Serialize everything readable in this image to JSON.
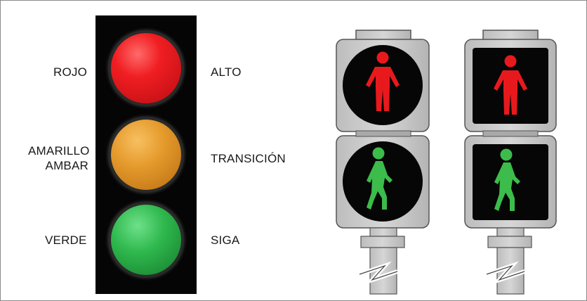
{
  "vehicle_signal": {
    "lights": [
      {
        "name": "red",
        "color_label": "ROJO",
        "meaning": "ALTO",
        "color": "#e8191d"
      },
      {
        "name": "amber",
        "color_label_line1": "AMARILLO",
        "color_label_line2": "AMBAR",
        "meaning": "TRANSICIÓN",
        "color": "#e59a2c"
      },
      {
        "name": "green",
        "color_label": "VERDE",
        "meaning": "SIGA",
        "color": "#2fb94e"
      }
    ],
    "housing_color": "#050505"
  },
  "pedestrian_signals": [
    {
      "style": "round-lens",
      "top_figure": "standing-person",
      "top_color": "#e8191d",
      "bottom_figure": "walking-person",
      "bottom_color": "#3cbc4a"
    },
    {
      "style": "square-lens",
      "top_figure": "standing-person",
      "top_color": "#e8191d",
      "bottom_figure": "walking-person",
      "bottom_color": "#3cbc4a"
    }
  ]
}
